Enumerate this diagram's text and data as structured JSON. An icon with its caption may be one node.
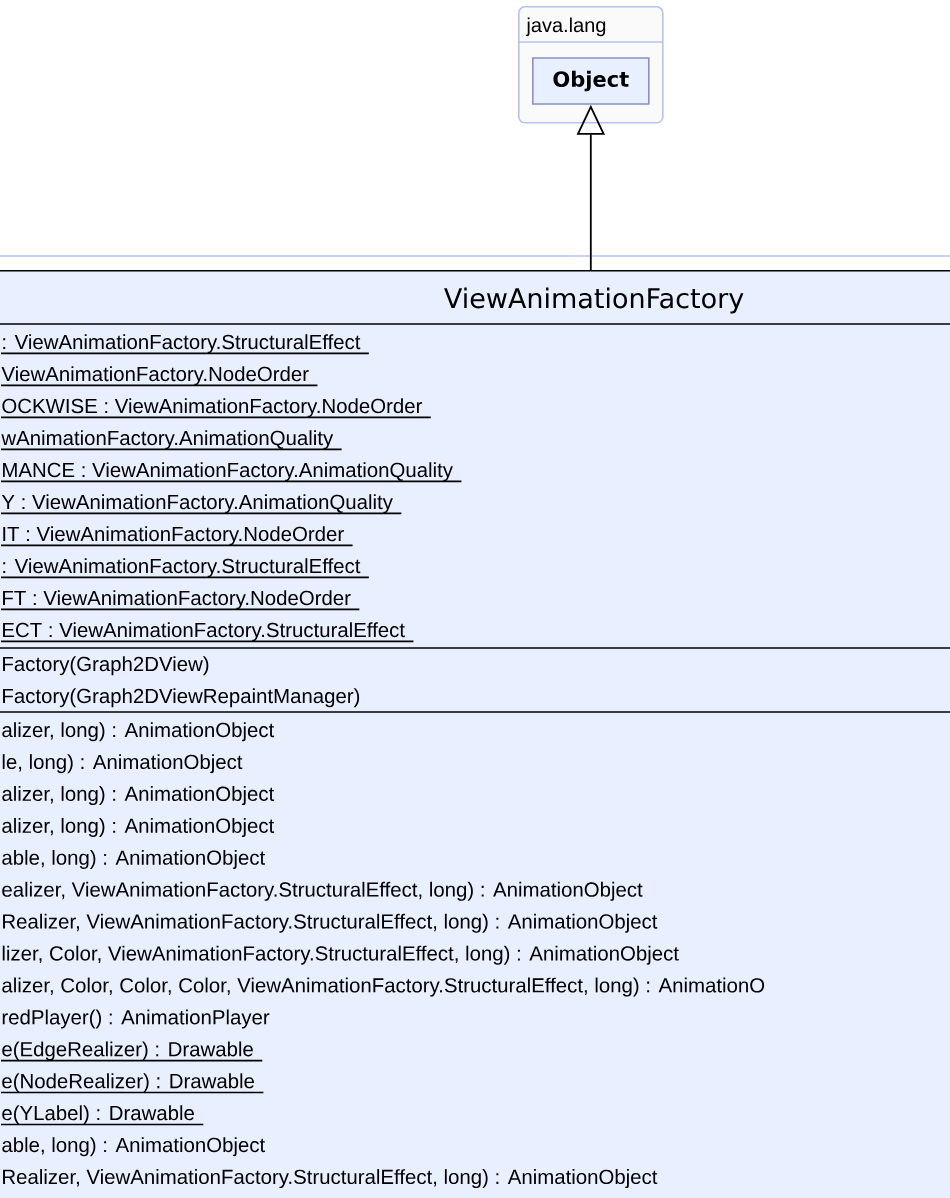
{
  "diagram": {
    "nodes": [
      {
        "text": [
          "java.lang"
        ]
      },
      {
        "text": [
          "Object"
        ],
        "in": 0
      },
      {
        "text": [
          "ViewAnimationFactory",
          ": ViewAnimationFactory.StructuralEffect",
          "ViewAnimationFactory.NodeOrder",
          "OCKWISE : ViewAnimationFactory.NodeOrder",
          "wAnimationFactory.AnimationQuality",
          "MANCE : ViewAnimationFactory.AnimationQuality",
          "Y : ViewAnimationFactory.AnimationQuality",
          "IT : ViewAnimationFactory.NodeOrder",
          ": ViewAnimationFactory.StructuralEffect",
          "FT : ViewAnimationFactory.NodeOrder",
          "ECT : ViewAnimationFactory.StructuralEffect",
          "Factory(Graph2DView)",
          "Factory(Graph2DViewRepaintManager)",
          "alizer, long) : AnimationObject",
          "le, long) : AnimationObject",
          "alizer, long) : AnimationObject",
          "alizer, long) : AnimationObject",
          "able, long) : AnimationObject",
          "ealizer, ViewAnimationFactory.StructuralEffect, long) : AnimationObject",
          "Realizer, ViewAnimationFactory.StructuralEffect, long) : AnimationObject",
          "lizer, Color, ViewAnimationFactory.StructuralEffect, long) : AnimationObject",
          "alizer, Color, Color, Color, ViewAnimationFactory.StructuralEffect, long) : AnimationO",
          "redPlayer() : AnimationPlayer",
          "e(EdgeRealizer) : Drawable",
          "e(NodeRealizer) : Drawable",
          "e(YLabel) : Drawable",
          "able, long) : AnimationObject",
          "Realizer, ViewAnimationFactory.StructuralEffect, long) : AnimationObject"
        ]
      }
    ],
    "edges": [
      {
        "from": 2,
        "to": 1,
        "arrow": "to"
      }
    ]
  }
}
